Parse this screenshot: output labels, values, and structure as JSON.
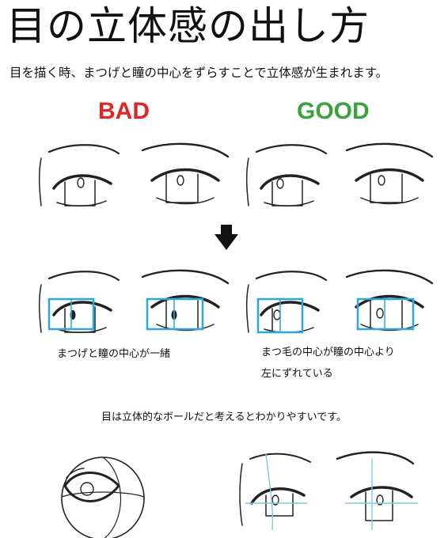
{
  "title": "目の立体感の出し方",
  "subtitle": "目を描く時、まつげと瞳の中心をずらすことで立体感が生まれます。",
  "labels": {
    "bad": "BAD",
    "good": "GOOD"
  },
  "captions": {
    "bad": "まつげと瞳の中心が一緒",
    "good_line1": "まつ毛の中心が瞳の中心より",
    "good_line2": "左にずれている"
  },
  "note": "目は立体的なボールだと考えるとわかりやすいです。",
  "colors": {
    "bad": "#e02525",
    "good": "#3aa43a",
    "guide": "#2aa8e0",
    "guide_line": "#7ec8ee"
  },
  "icons": {
    "arrow": "arrow-down-icon"
  }
}
